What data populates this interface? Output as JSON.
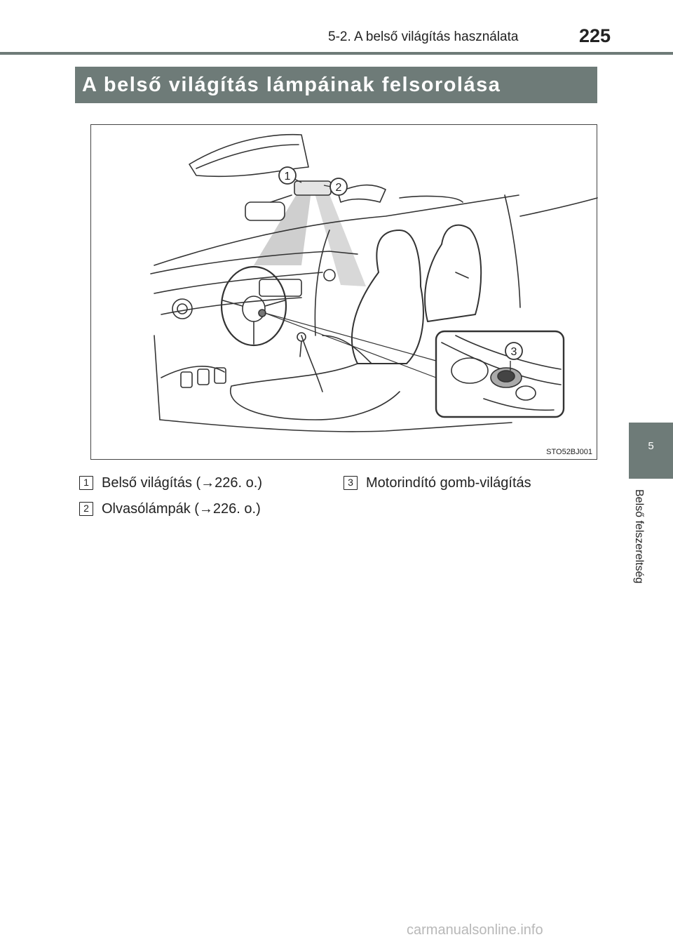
{
  "header": {
    "section": "5-2. A belső világítás használata",
    "page_number": "225"
  },
  "banner": {
    "title": "A belső világítás lámpáinak felsorolása"
  },
  "figure": {
    "code": "STO52BJ001",
    "callouts": [
      "1",
      "2",
      "3"
    ]
  },
  "legend": [
    {
      "num": "1",
      "text": "Belső világítás (→226. o.)"
    },
    {
      "num": "2",
      "text": "Olvasólámpák (→226. o.)"
    },
    {
      "num": "3",
      "text": "Motorindító gomb-világítás"
    }
  ],
  "side_tab": {
    "chapter": "5",
    "label": "Belső felszereltség"
  },
  "watermark": "carmanualsonline.info"
}
